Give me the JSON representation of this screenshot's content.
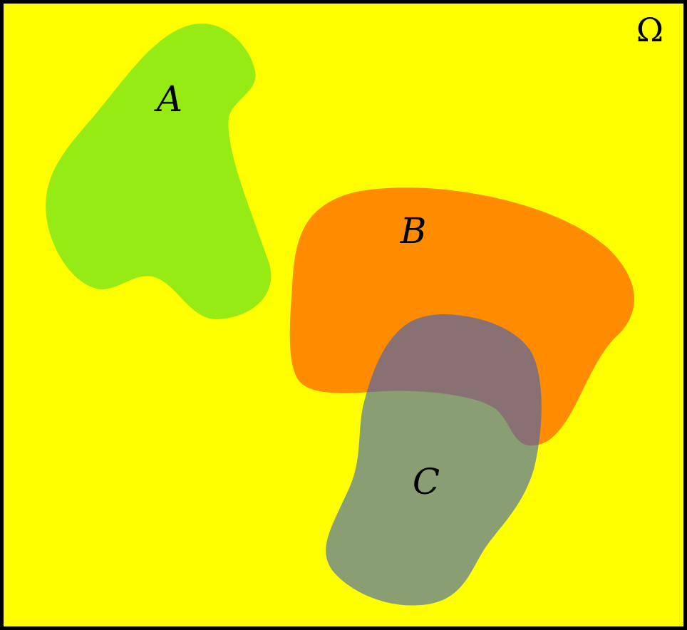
{
  "universe": {
    "label": "Ω",
    "fill": "#ffff00",
    "border": "#000000"
  },
  "sets": [
    {
      "id": "a",
      "label": "A",
      "fill": "#97eb14",
      "opacity": 1
    },
    {
      "id": "b",
      "label": "B",
      "fill": "#ff8c00",
      "opacity": 1
    },
    {
      "id": "c",
      "label": "C",
      "fill": "#3a5fc0",
      "opacity": 0.6
    }
  ]
}
